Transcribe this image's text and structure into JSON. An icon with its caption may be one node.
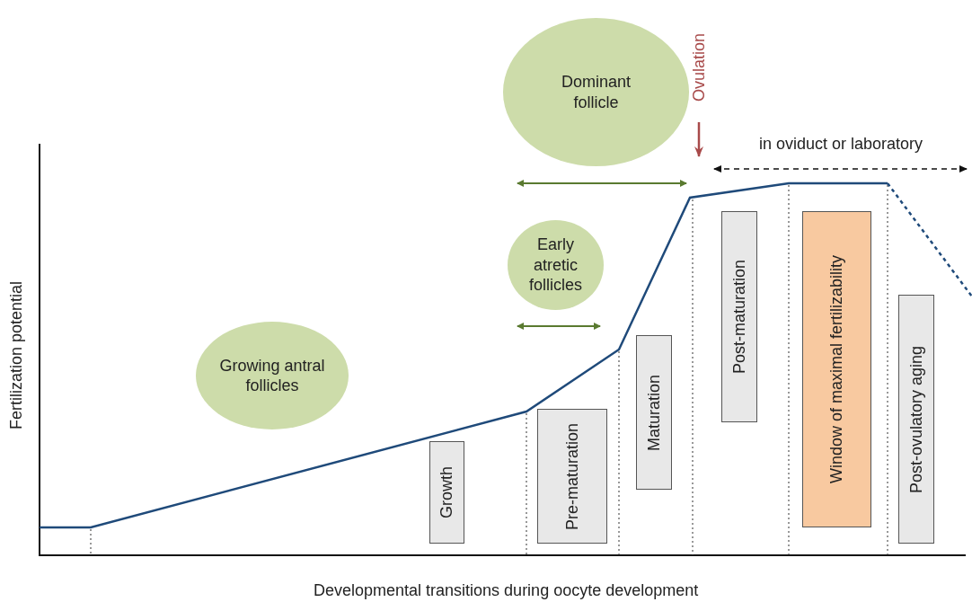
{
  "diagram": {
    "nodes": [
      {
        "text": [
          "Dominant follicle"
        ]
      },
      {
        "text": [
          "Early atretic follicles"
        ]
      },
      {
        "text": [
          "Growing antral follicles"
        ]
      },
      {
        "text": [
          "Growth"
        ]
      },
      {
        "text": [
          "Pre-maturation"
        ]
      },
      {
        "text": [
          "Maturation"
        ]
      },
      {
        "text": [
          "Post-maturation"
        ]
      },
      {
        "text": [
          "Window of maximal fertilizability"
        ]
      },
      {
        "text": [
          "Post-ovulatory aging"
        ]
      }
    ],
    "labels": [
      "Ovulation",
      "in oviduct or laboratory",
      "Fertilization potential",
      "Developmental transitions during oocyte development"
    ]
  }
}
